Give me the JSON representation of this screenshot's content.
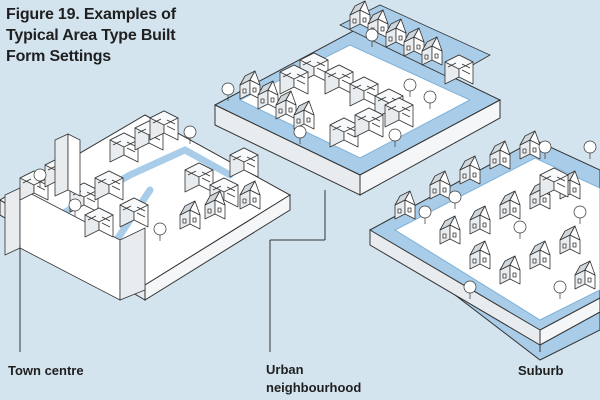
{
  "figure": {
    "title": "Figure 19.  Examples of Typical Area Type Built Form Settings"
  },
  "settings": [
    {
      "id": "town-centre",
      "label": "Town centre"
    },
    {
      "id": "urban-neighbourhood",
      "label": "Urban neighbourhood"
    },
    {
      "id": "suburb",
      "label": "Suburb"
    }
  ],
  "colors": {
    "background": "#d3e4ef",
    "water_road": "#a9cde8",
    "water_edge": "#7fb1d9",
    "block_top": "#ffffff",
    "block_side": "#e8ecef",
    "line": "#333333",
    "roof_shade": "#cfd6dc"
  }
}
